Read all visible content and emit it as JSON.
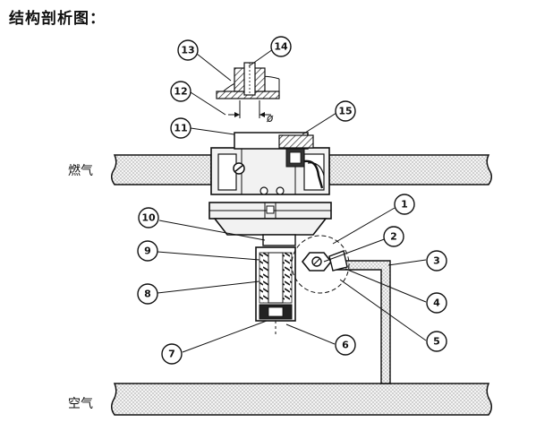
{
  "title": "结构剖析图：",
  "labels": {
    "gas": "燃气",
    "air": "空气",
    "diameter": "ø"
  },
  "callouts": [
    {
      "id": "1",
      "label": "1"
    },
    {
      "id": "2",
      "label": "2"
    },
    {
      "id": "3",
      "label": "3"
    },
    {
      "id": "4",
      "label": "4"
    },
    {
      "id": "5",
      "label": "5"
    },
    {
      "id": "6",
      "label": "6"
    },
    {
      "id": "7",
      "label": "7"
    },
    {
      "id": "8",
      "label": "8"
    },
    {
      "id": "9",
      "label": "9"
    },
    {
      "id": "10",
      "label": "10"
    },
    {
      "id": "11",
      "label": "11"
    },
    {
      "id": "12",
      "label": "12"
    },
    {
      "id": "13",
      "label": "13"
    },
    {
      "id": "14",
      "label": "14"
    },
    {
      "id": "15",
      "label": "15"
    }
  ],
  "colors": {
    "line": "#111111",
    "pipe_fill": "#e6e6e6",
    "body_fill": "#f2f2f2"
  }
}
